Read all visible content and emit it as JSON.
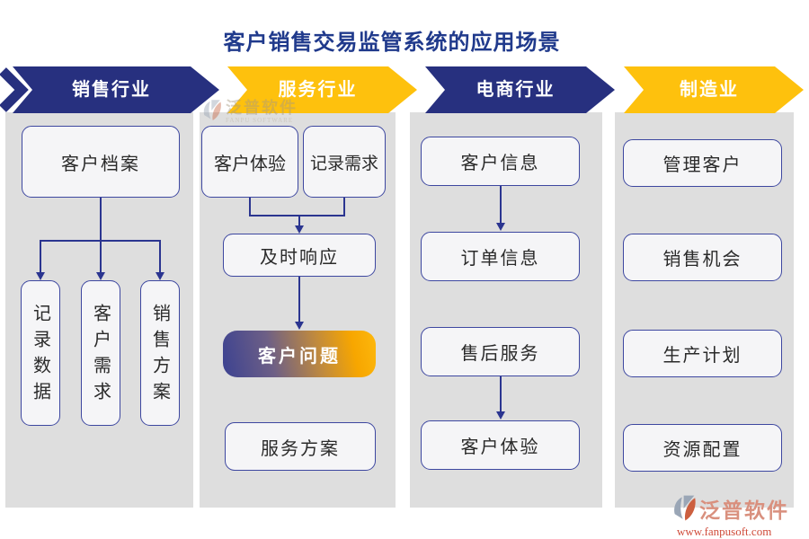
{
  "title": "客户销售交易监管系统的应用场景",
  "banners": [
    {
      "label": "销售行业",
      "color": "#27307F"
    },
    {
      "label": "服务行业",
      "color": "#FEC10D"
    },
    {
      "label": "电商行业",
      "color": "#27307F"
    },
    {
      "label": "制造业",
      "color": "#FEC10D"
    }
  ],
  "columns": {
    "sales": {
      "root": "客户档案",
      "leaves": [
        "记录数据",
        "客户需求",
        "销售方案"
      ]
    },
    "service": {
      "inputs": [
        "客户体验",
        "记录需求"
      ],
      "response": "及时响应",
      "highlight": "客户问题",
      "plan": "服务方案"
    },
    "ecommerce": {
      "flow1": [
        "客户信息",
        "订单信息"
      ],
      "flow2": [
        "售后服务",
        "客户体验"
      ]
    },
    "manufacturing": {
      "items": [
        "管理客户",
        "销售机会",
        "生产计划",
        "资源配置"
      ]
    }
  },
  "watermark": {
    "name": "泛普软件",
    "subtitle": "FANPU SOFTWARE"
  },
  "logo": {
    "name": "泛普软件",
    "url": "www.fanpusoft.com"
  },
  "colors": {
    "banner_blue": "#27307F",
    "banner_yellow": "#FEC10D",
    "panel_gray": "#DEDEDE",
    "box_border": "#3D47A0",
    "box_fill": "#F5F5F7",
    "connector": "#2B3590",
    "highlight_gradient_start": "#3C4291",
    "highlight_gradient_end": "#FDB80D",
    "title_color": "#203A8C",
    "logo_text": "#D9907E",
    "logo_url": "#CF4A38"
  }
}
